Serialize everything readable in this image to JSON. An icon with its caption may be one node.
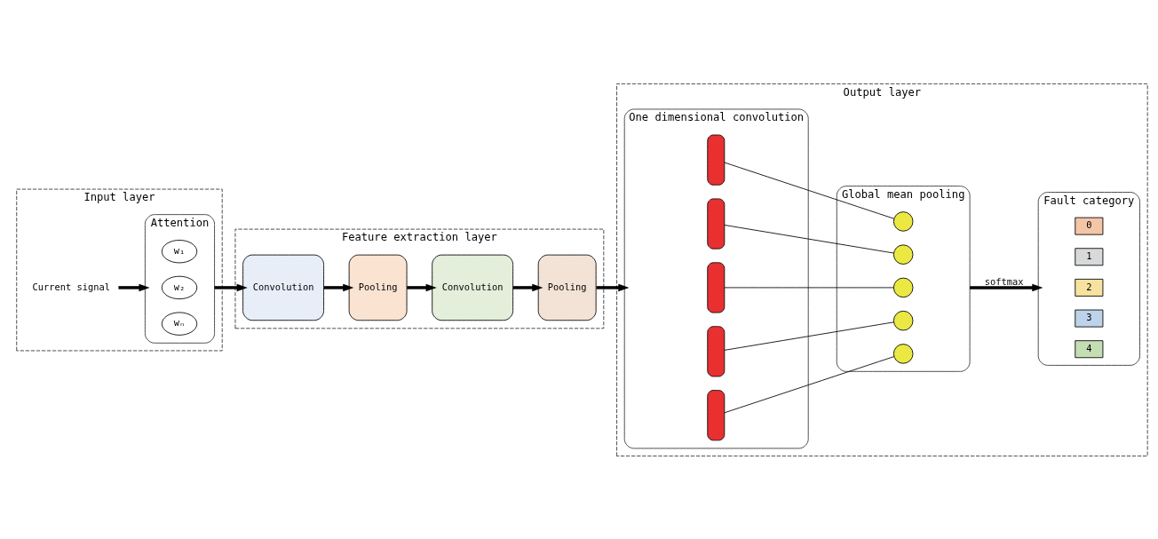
{
  "diagram": {
    "nodes": [
      {
        "text": [
          "Input layer"
        ]
      },
      {
        "text": [
          "Current signal"
        ],
        "in": 0
      },
      {
        "text": [
          "Attention"
        ],
        "in": 0
      },
      {
        "text": [
          "w₁"
        ],
        "in": 2
      },
      {
        "text": [
          "w₂"
        ],
        "in": 2
      },
      {
        "text": [
          "wₙ"
        ],
        "in": 2
      },
      {
        "text": [
          "Feature extraction layer"
        ]
      },
      {
        "text": [
          "Convolution"
        ],
        "in": 6
      },
      {
        "text": [
          "Pooling"
        ],
        "in": 6
      },
      {
        "text": [
          "Convolution"
        ],
        "in": 6
      },
      {
        "text": [
          "Pooling"
        ],
        "in": 6
      },
      {
        "text": [
          "Output layer"
        ]
      },
      {
        "text": [
          "One dimensional convolution"
        ],
        "in": 11
      },
      {
        "text": [],
        "shape": "bar",
        "in": 12
      },
      {
        "text": [],
        "shape": "bar",
        "in": 12
      },
      {
        "text": [],
        "shape": "bar",
        "in": 12
      },
      {
        "text": [],
        "shape": "bar",
        "in": 12
      },
      {
        "text": [],
        "shape": "bar",
        "in": 12
      },
      {
        "text": [
          "Global mean pooling"
        ],
        "in": 11
      },
      {
        "text": [],
        "shape": "circle",
        "in": 18
      },
      {
        "text": [],
        "shape": "circle",
        "in": 18
      },
      {
        "text": [],
        "shape": "circle",
        "in": 18
      },
      {
        "text": [],
        "shape": "circle",
        "in": 18
      },
      {
        "text": [],
        "shape": "circle",
        "in": 18
      },
      {
        "text": [
          "Fault category"
        ],
        "in": 11
      },
      {
        "text": [
          "0"
        ],
        "in": 24
      },
      {
        "text": [
          "1"
        ],
        "in": 24
      },
      {
        "text": [
          "2"
        ],
        "in": 24
      },
      {
        "text": [
          "3"
        ],
        "in": 24
      },
      {
        "text": [
          "4"
        ],
        "in": 24
      }
    ],
    "edges": [
      {
        "from": 1,
        "to": 2,
        "arrow": "to"
      },
      {
        "from": 2,
        "to": 7,
        "arrow": "to"
      },
      {
        "from": 7,
        "to": 8,
        "arrow": "to"
      },
      {
        "from": 8,
        "to": 9,
        "arrow": "to"
      },
      {
        "from": 9,
        "to": 10,
        "arrow": "to"
      },
      {
        "from": 10,
        "to": 12,
        "arrow": "to"
      },
      {
        "from": 13,
        "to": 19,
        "arrow": "none"
      },
      {
        "from": 14,
        "to": 20,
        "arrow": "none"
      },
      {
        "from": 15,
        "to": 21,
        "arrow": "none"
      },
      {
        "from": 16,
        "to": 22,
        "arrow": "none"
      },
      {
        "from": 17,
        "to": 23,
        "arrow": "none"
      },
      {
        "from": 18,
        "to": 24,
        "label": "softmax",
        "arrow": "to"
      }
    ]
  }
}
